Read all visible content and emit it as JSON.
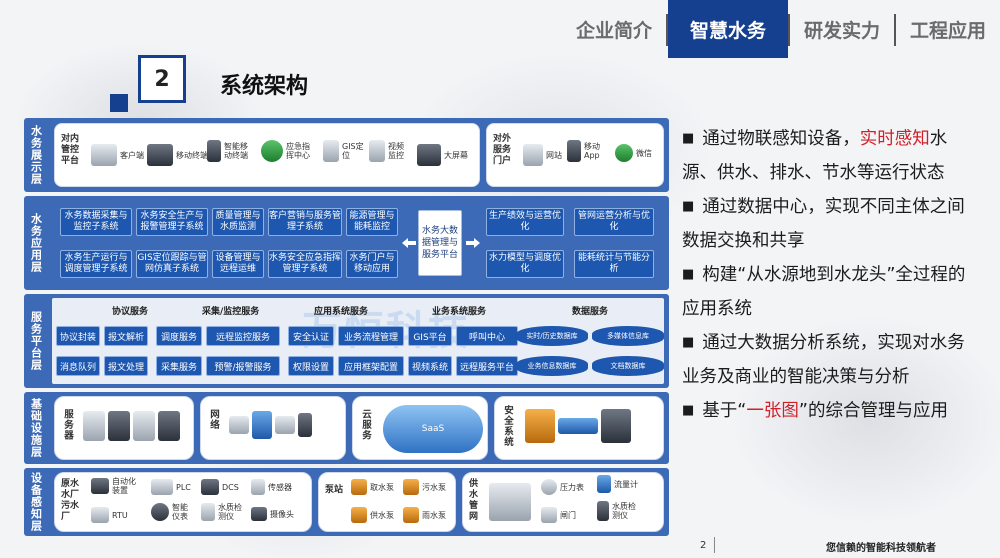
{
  "nav": {
    "items": [
      "企业简介",
      "智慧水务",
      "研发实力",
      "工程应用"
    ],
    "active_index": 1
  },
  "section": {
    "number": "2",
    "title": "系统架构"
  },
  "diagram": {
    "layers": {
      "display": {
        "label": "水务展示层",
        "internal_title": "对内管控平台",
        "internal_items": [
          "客户端",
          "移动终端",
          "智能移动终端",
          "应急指挥中心",
          "GIS定位",
          "视频监控",
          "大屏幕"
        ],
        "external_title": "对外服务门户",
        "external_items": [
          "网站",
          "移动App",
          "微信"
        ]
      },
      "application": {
        "label": "水务应用层",
        "left_boxes": [
          "水务数据采集与监控子系统",
          "水务安全生产与报警管理子系统",
          "质量管理与水质监测",
          "客户营销与服务管理子系统",
          "能源管理与能耗监控",
          "水务生产运行与调度管理子系统",
          "GIS定位跟踪与管网仿真子系统",
          "设备管理与远程运维",
          "水务安全应急指挥管理子系统",
          "水务门户与移动应用"
        ],
        "center_box": "水务大数据管理与服务平台",
        "right_boxes": [
          "生产绩效与运营优化",
          "管网运营分析与优化",
          "水力模型与调度优化",
          "能耗统计与节能分析"
        ]
      },
      "service": {
        "label": "服务平台层",
        "groups": [
          "协议服务",
          "采集/监控服务",
          "应用系统服务",
          "业务系统服务",
          "数据服务"
        ],
        "boxes": [
          "协议封装",
          "报文解析",
          "调度服务",
          "远程监控服务",
          "安全认证",
          "业务流程管理",
          "GIS平台",
          "呼叫中心",
          "消息队列",
          "报文处理",
          "采集服务",
          "预警/报警服务",
          "权限设置",
          "应用框架配置",
          "视频系统",
          "远程服务平台"
        ],
        "databases": [
          "实时/历史数据库",
          "多媒体信息库",
          "业务信息数据库",
          "文档数据库"
        ],
        "watermark": "万恒科技"
      },
      "infrastructure": {
        "label": "基础设施层",
        "panels": [
          "服务器",
          "网络",
          "云服务",
          "安全系统"
        ],
        "cloud_tag": "SaaS"
      },
      "perception": {
        "label": "设备感知层",
        "panel1_title": "原水水厂污水厂",
        "panel1_items": [
          "自动化装置",
          "PLC",
          "DCS",
          "传感器",
          "RTU",
          "智能仪表",
          "水质检测仪",
          "摄像头"
        ],
        "panel2_title": "泵站",
        "panel2_items": [
          "取水泵",
          "污水泵",
          "供水泵",
          "雨水泵"
        ],
        "panel3_title": "供水管网",
        "panel3_items": [
          "压力表",
          "流量计",
          "闸门",
          "水质检测仪"
        ]
      }
    }
  },
  "bullets": [
    {
      "text_before": "通过物联感知设备，",
      "highlight": "实时感知",
      "text_after": "水源、供水、排水、节水等运行状态"
    },
    {
      "text_before": "通过数据中心，实现不同主体之间数据交换和共享",
      "highlight": "",
      "text_after": ""
    },
    {
      "text_before": "构建“从水源地到水龙头”全过程的应用系统",
      "highlight": "",
      "text_after": ""
    },
    {
      "text_before": "通过大数据分析系统，实现对水务业务及商业的智能决策与分析",
      "highlight": "",
      "text_after": ""
    },
    {
      "text_before": "基于“",
      "highlight": "一张图",
      "text_after": "”的综合管理与应用"
    }
  ],
  "bullet_marker": "■",
  "footer": {
    "page": "2",
    "slogan": "您信赖的智能科技领航者"
  },
  "colors": {
    "nav_active": "#153f8f",
    "layer_blue": "#3c6ab7",
    "box_blue": "#1d57b0",
    "highlight_red": "#d0202a"
  }
}
